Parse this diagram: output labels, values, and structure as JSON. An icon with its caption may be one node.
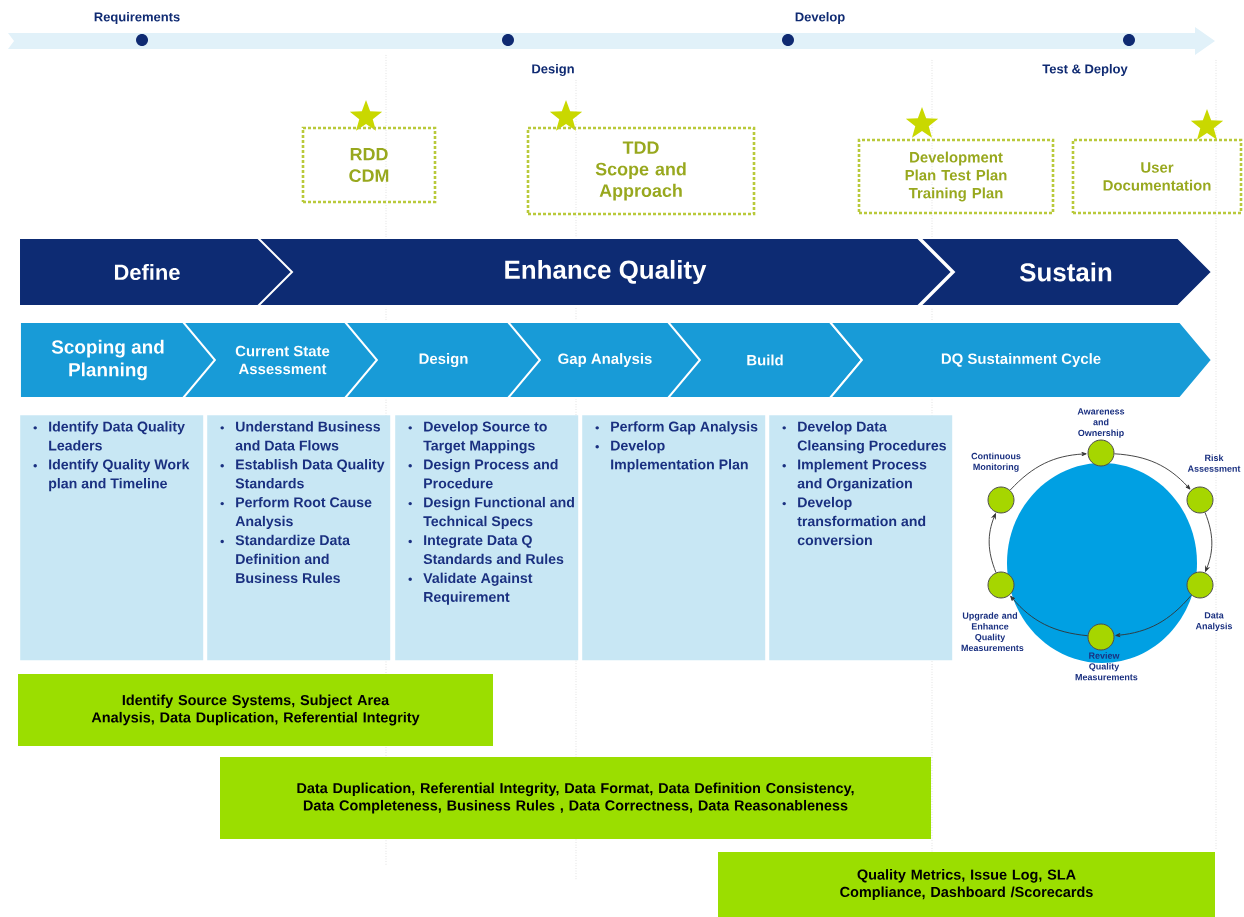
{
  "diagram": {
    "nodes": [
      {
        "text": [
          "RDD CDM"
        ]
      },
      {
        "text": [
          "TDD Scope and Approach"
        ]
      },
      {
        "text": [
          "Development Plan Test Plan Training Plan"
        ]
      },
      {
        "text": [
          "User Documentation"
        ]
      },
      {
        "text": [
          "Define"
        ]
      },
      {
        "text": [
          "Enhance Quality"
        ]
      },
      {
        "text": [
          "Sustain"
        ]
      },
      {
        "text": [
          "Scoping and Planning"
        ]
      },
      {
        "text": [
          "Current State Assessment"
        ]
      },
      {
        "text": [
          "Design"
        ]
      },
      {
        "text": [
          "Gap Analysis"
        ]
      },
      {
        "text": [
          "Build"
        ]
      },
      {
        "text": [
          "DQ Sustainment Cycle"
        ]
      },
      {
        "text": [
          "Identify Data Quality Leaders",
          "Identify Quality Work plan and Timeline"
        ]
      },
      {
        "text": [
          "Understand Business and Data Flows",
          "Establish Data Quality Standards",
          "Perform Root Cause Analysis",
          "Standardize Data Definition and Business Rules"
        ]
      },
      {
        "text": [
          "Develop Source to Target Mappings",
          "Design Process and Procedure",
          "Design Functional and Technical Specs",
          "Integrate Data Q Standards and Rules",
          "Validate Against Requirement"
        ]
      },
      {
        "text": [
          "Perform Gap Analysis",
          "Develop Implementation Plan"
        ]
      },
      {
        "text": [
          "Develop Data Cleansing Procedures",
          "Implement Process and Organization",
          "Develop transformation and conversion"
        ]
      },
      {
        "text": [],
        "shape": "circle",
        "beside": [
          "Awareness and Ownership"
        ]
      },
      {
        "text": [],
        "shape": "circle",
        "beside": [
          "Continuous Monitoring"
        ]
      },
      {
        "text": [],
        "shape": "circle",
        "beside": [
          "Risk Assessment"
        ]
      },
      {
        "text": [],
        "shape": "circle",
        "beside": [
          "Upgrade and Enhance Quality Measurements"
        ]
      },
      {
        "text": [],
        "shape": "circle",
        "beside": [
          "Data Analysis"
        ]
      },
      {
        "text": [],
        "shape": "circle",
        "beside": [
          "Review Quality Measurements"
        ]
      },
      {
        "text": [
          "Identify Source Systems, Subject Area Analysis, Data Duplication, Referential Integrity"
        ]
      },
      {
        "text": [
          "Data Duplication, Referential Integrity, Data Format, Data Definition Consistency, Data Completeness, Business Rules , Data Correctness, Data Reasonableness"
        ]
      },
      {
        "text": [
          "Quality Metrics, Issue Log, SLA Compliance, Dashboard /Scorecards"
        ]
      }
    ],
    "edges": [
      {
        "from": 18,
        "to": 20,
        "arrow": "to"
      },
      {
        "from": 20,
        "to": 22,
        "arrow": "to"
      },
      {
        "from": 22,
        "to": 23,
        "arrow": "to"
      },
      {
        "from": 23,
        "to": 21,
        "arrow": "to"
      },
      {
        "from": 21,
        "to": 19,
        "arrow": "to"
      },
      {
        "from": 19,
        "to": 18,
        "arrow": "to"
      }
    ],
    "labels": [
      "Requirements",
      "Develop",
      "Design",
      "Test & Deploy"
    ]
  }
}
